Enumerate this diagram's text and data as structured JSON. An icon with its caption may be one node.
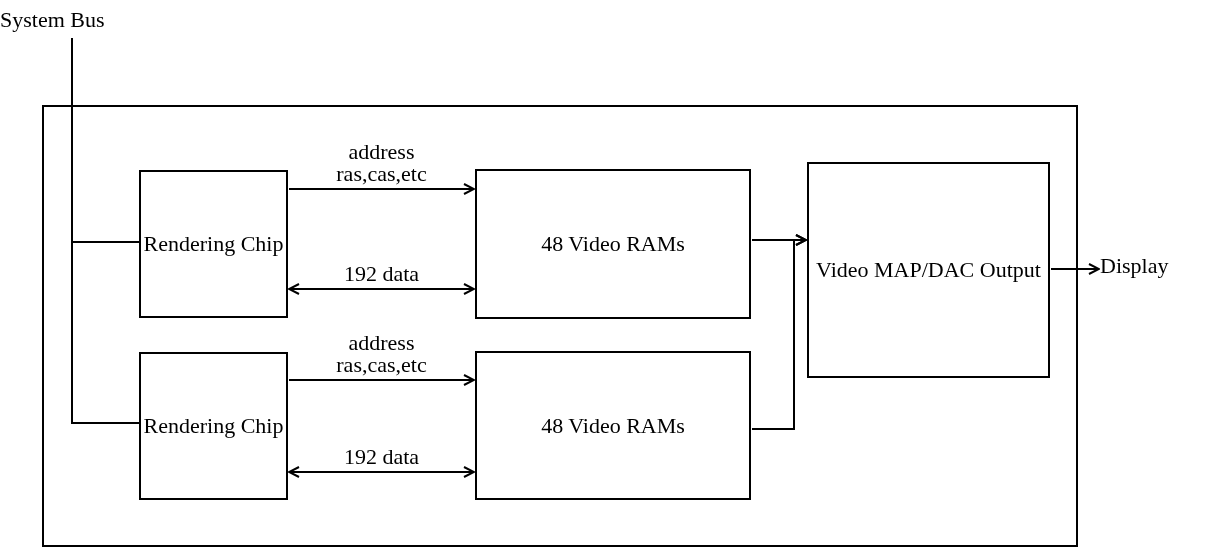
{
  "diagram": {
    "nodes": [
      {
        "text": [
          "System Bus"
        ]
      },
      {
        "text": [],
        "shape": "box"
      },
      {
        "text": [
          "Rendering Chip"
        ],
        "in": 1
      },
      {
        "text": [
          "48 Video RAMs"
        ],
        "in": 1
      },
      {
        "text": [
          "Video MAP/DAC Output"
        ],
        "in": 1
      },
      {
        "text": [
          "Rendering Chip"
        ],
        "in": 1
      },
      {
        "text": [
          "48 Video RAMs"
        ],
        "in": 1
      },
      {
        "text": [
          "Display"
        ]
      }
    ],
    "edges": [
      {
        "from": 0,
        "to": 2,
        "arrow": "none"
      },
      {
        "from": 0,
        "to": 5,
        "arrow": "none"
      },
      {
        "from": 2,
        "to": 3,
        "arrow": "to",
        "label": "address ras,cas,etc"
      },
      {
        "from": 2,
        "to": 3,
        "arrow": "both",
        "label": "192 data"
      },
      {
        "from": 5,
        "to": 6,
        "arrow": "to",
        "label": "address ras,cas,etc"
      },
      {
        "from": 5,
        "to": 6,
        "arrow": "both",
        "label": "192 data"
      },
      {
        "from": 3,
        "to": 4,
        "arrow": "to"
      },
      {
        "from": 6,
        "to": 4,
        "arrow": "to"
      },
      {
        "from": 4,
        "to": 7,
        "arrow": "to"
      }
    ]
  }
}
